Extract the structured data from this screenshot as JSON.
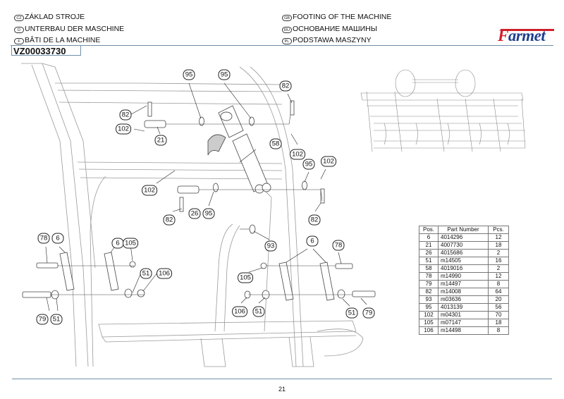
{
  "header": {
    "titles": [
      {
        "lang": "CZ",
        "text": "ZÁKLAD STROJE"
      },
      {
        "lang": "D",
        "text": "UNTERBAU DER MASCHINE"
      },
      {
        "lang": "F",
        "text": "BÂTI DE LA MACHINE"
      },
      {
        "lang": "GB",
        "text": "FOOTING OF THE MACHINE"
      },
      {
        "lang": "RU",
        "text": "ОСНОВАНИЕ МАШИНЫ"
      },
      {
        "lang": "PL",
        "text": "PODSTAWA MASZYNY"
      }
    ],
    "drawing_code": "VZ00033730",
    "logo": {
      "first_letter": "F",
      "rest": "armet",
      "red": "#d0202a",
      "blue": "#1f3f8f"
    }
  },
  "callouts": [
    "95",
    "95",
    "82",
    "82",
    "102",
    "21",
    "58",
    "102",
    "95",
    "102",
    "102",
    "82",
    "26",
    "95",
    "82",
    "93",
    "78",
    "6",
    "6",
    "105",
    "51",
    "106",
    "79",
    "51",
    "6",
    "78",
    "105",
    "106",
    "51",
    "51",
    "79"
  ],
  "parts_table": {
    "headers": [
      "Pos.",
      "Part Number",
      "Pcs."
    ],
    "rows": [
      {
        "pos": "6",
        "part": "4014296",
        "pcs": "12"
      },
      {
        "pos": "21",
        "part": "4007730",
        "pcs": "18"
      },
      {
        "pos": "26",
        "part": "4015686",
        "pcs": "2"
      },
      {
        "pos": "51",
        "part": "m14505",
        "pcs": "16"
      },
      {
        "pos": "58",
        "part": "4019016",
        "pcs": "2"
      },
      {
        "pos": "78",
        "part": "m14990",
        "pcs": "12"
      },
      {
        "pos": "79",
        "part": "m14497",
        "pcs": "8"
      },
      {
        "pos": "82",
        "part": "m14008",
        "pcs": "64"
      },
      {
        "pos": "93",
        "part": "m03636",
        "pcs": "20"
      },
      {
        "pos": "95",
        "part": "4013139",
        "pcs": "56"
      },
      {
        "pos": "102",
        "part": "m04301",
        "pcs": "70"
      },
      {
        "pos": "105",
        "part": "m07147",
        "pcs": "18"
      },
      {
        "pos": "106",
        "part": "m14498",
        "pcs": "8"
      }
    ]
  },
  "footer": {
    "page_number": "21"
  }
}
